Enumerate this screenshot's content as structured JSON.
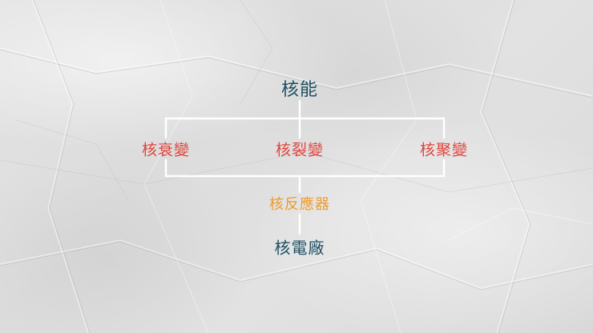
{
  "diagram": {
    "root": "核能",
    "branches": [
      "核衰變",
      "核裂變",
      "核聚變"
    ],
    "reactor": "核反應器",
    "power_plant": "核電廠"
  },
  "colors": {
    "root": "#1d4f63",
    "branch": "#e0433c",
    "reactor": "#f09a2c",
    "power_plant": "#1d4f63",
    "line": "#ffffff",
    "background": "#dedede"
  }
}
